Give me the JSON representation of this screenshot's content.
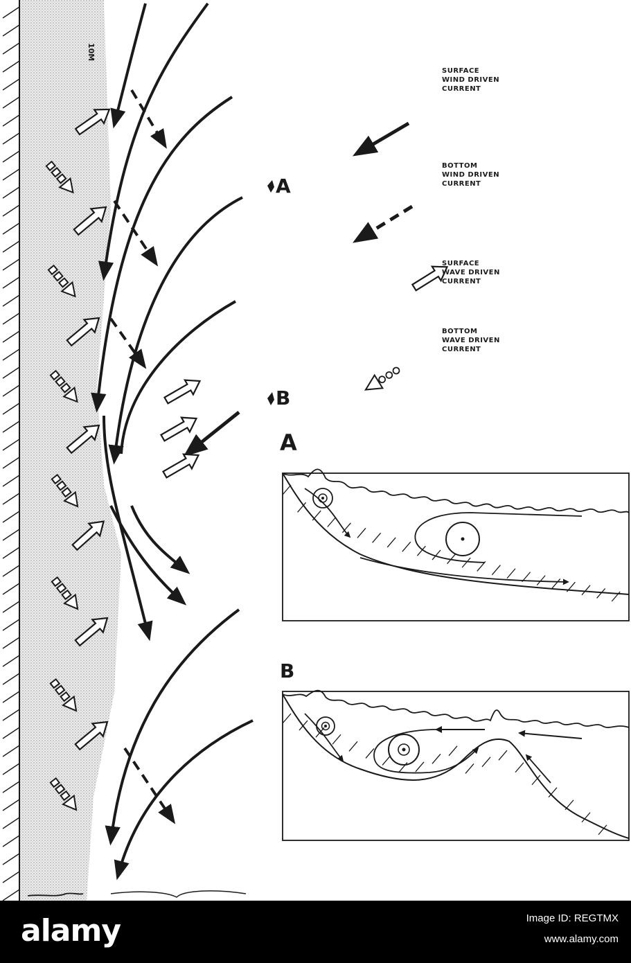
{
  "diagram": {
    "scale_label": "10M",
    "legend": [
      {
        "label": "SURFACE\nWIND DRIVEN\nCURRENT",
        "style": "solid-dark"
      },
      {
        "label": "BOTTOM\nWIND DRIVEN\nCURRENT",
        "style": "dashed-dark"
      },
      {
        "label": "SURFACE\nWAVE DRIVEN\nCURRENT",
        "style": "hollow"
      },
      {
        "label": "BOTTOM\nWAVE DRIVEN\nCURRENT",
        "style": "hollow-dotted"
      }
    ],
    "section_markers": {
      "a": "A",
      "b": "B"
    },
    "profile_labels": {
      "a": "A",
      "b": "B"
    }
  },
  "footer": {
    "brand": "alamy",
    "image_id": "Image ID: REGTMX",
    "site": "www.alamy.com"
  },
  "colors": {
    "ink": "#1a1a1a",
    "shore_stipple": "#cfcfcf",
    "footer_bg": "#000000"
  }
}
